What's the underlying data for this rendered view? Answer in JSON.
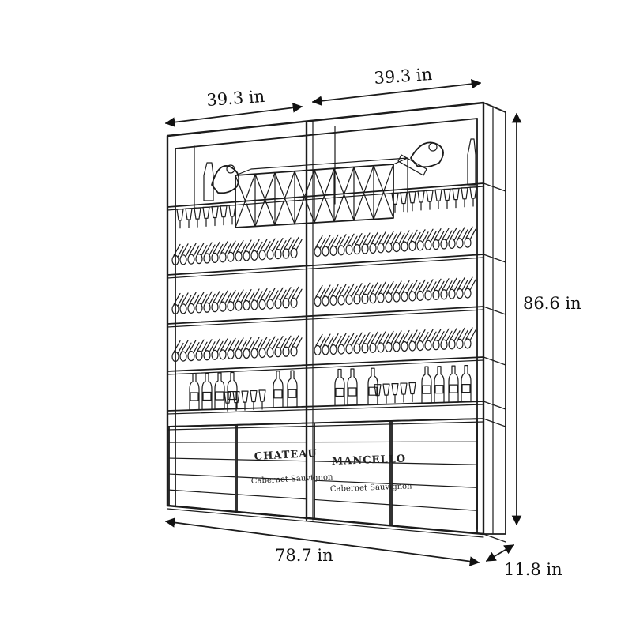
{
  "dimensions": {
    "top_left_width": "39.3 in",
    "top_right_width": "39.3 in",
    "height": "86.6 in",
    "total_width": "78.7 in",
    "depth": "11.8 in"
  },
  "crates": {
    "left_inner_brand": "CHATEAU",
    "right_inner_brand": "MANCELLO",
    "small_caption": "Cabernet Sauvignon"
  }
}
